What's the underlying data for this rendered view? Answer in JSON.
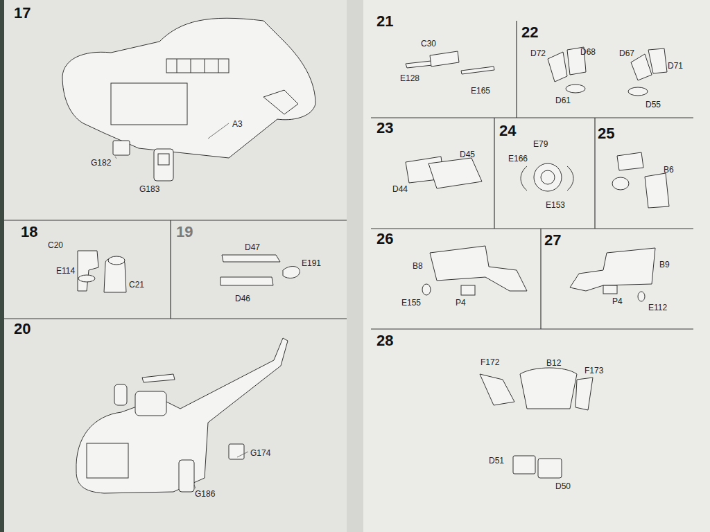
{
  "diagram": {
    "nodes": [
      {
        "text": [
          "17"
        ]
      },
      {
        "text": [
          "18"
        ]
      },
      {
        "text": [
          "19"
        ]
      },
      {
        "text": [
          "20"
        ]
      },
      {
        "text": [
          "21"
        ]
      },
      {
        "text": [
          "22"
        ]
      },
      {
        "text": [
          "23"
        ]
      },
      {
        "text": [
          "24"
        ]
      },
      {
        "text": [
          "25"
        ]
      },
      {
        "text": [
          "26"
        ]
      },
      {
        "text": [
          "27"
        ]
      },
      {
        "text": [
          "28"
        ]
      }
    ],
    "labels": [
      "G182",
      "G183",
      "A3",
      "C20",
      "E114",
      "C21",
      "D47",
      "E191",
      "D46",
      "G174",
      "G186",
      "C30",
      "E128",
      "E165",
      "D72",
      "D68",
      "D61",
      "D67",
      "D71",
      "D55",
      "D45",
      "D44",
      "E79",
      "E166",
      "E153",
      "B6",
      "B8",
      "E155",
      "P4",
      "B9",
      "P4",
      "E112",
      "F172",
      "B12",
      "F173",
      "D51",
      "D50"
    ]
  }
}
